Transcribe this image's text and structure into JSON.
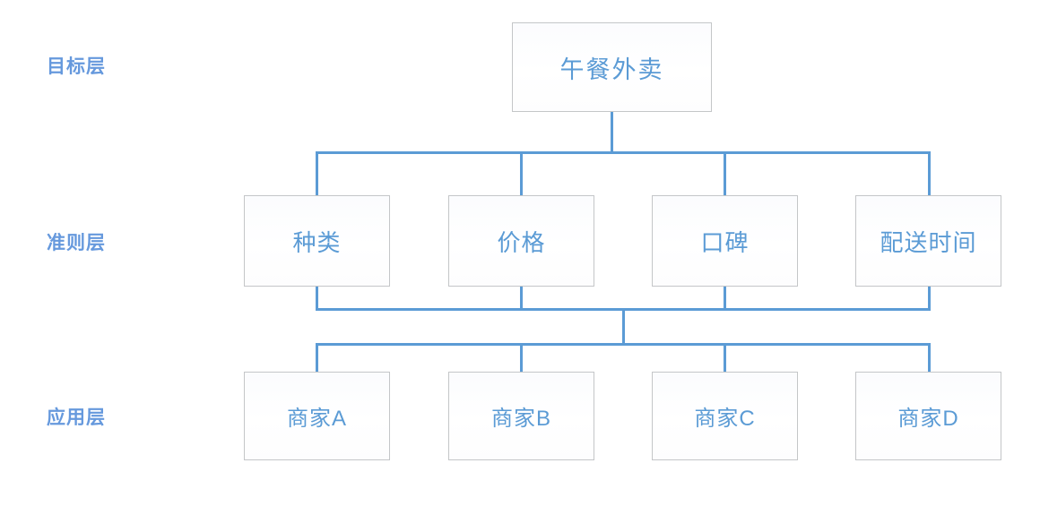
{
  "diagram": {
    "type": "hierarchy-tree",
    "title_text": "",
    "accent_color": "#5b9bd5",
    "label_color": "#6699dd",
    "box_border_color": "#c4c6c8",
    "background_color": "#ffffff",
    "layers": [
      {
        "id": "goal",
        "label": "目标层",
        "nodes": [
          {
            "id": "goal-1",
            "text": "午餐外卖"
          }
        ]
      },
      {
        "id": "criteria",
        "label": "准则层",
        "nodes": [
          {
            "id": "criteria-1",
            "text": "种类"
          },
          {
            "id": "criteria-2",
            "text": "价格"
          },
          {
            "id": "criteria-3",
            "text": "口碑"
          },
          {
            "id": "criteria-4",
            "text": "配送时间"
          }
        ]
      },
      {
        "id": "alternatives",
        "label": "应用层",
        "nodes": [
          {
            "id": "alt-1",
            "text": "商家A"
          },
          {
            "id": "alt-2",
            "text": "商家B"
          },
          {
            "id": "alt-3",
            "text": "商家C"
          },
          {
            "id": "alt-4",
            "text": "商家D"
          }
        ]
      }
    ],
    "edges": [
      {
        "from": "goal-1",
        "to": "criteria-1"
      },
      {
        "from": "goal-1",
        "to": "criteria-2"
      },
      {
        "from": "goal-1",
        "to": "criteria-3"
      },
      {
        "from": "goal-1",
        "to": "criteria-4"
      },
      {
        "from": "criteria-1",
        "to": "alt-1"
      },
      {
        "from": "criteria-1",
        "to": "alt-2"
      },
      {
        "from": "criteria-1",
        "to": "alt-3"
      },
      {
        "from": "criteria-1",
        "to": "alt-4"
      },
      {
        "from": "criteria-2",
        "to": "alt-1"
      },
      {
        "from": "criteria-2",
        "to": "alt-2"
      },
      {
        "from": "criteria-2",
        "to": "alt-3"
      },
      {
        "from": "criteria-2",
        "to": "alt-4"
      },
      {
        "from": "criteria-3",
        "to": "alt-1"
      },
      {
        "from": "criteria-3",
        "to": "alt-2"
      },
      {
        "from": "criteria-3",
        "to": "alt-3"
      },
      {
        "from": "criteria-3",
        "to": "alt-4"
      },
      {
        "from": "criteria-4",
        "to": "alt-1"
      },
      {
        "from": "criteria-4",
        "to": "alt-2"
      },
      {
        "from": "criteria-4",
        "to": "alt-3"
      },
      {
        "from": "criteria-4",
        "to": "alt-4"
      }
    ]
  }
}
